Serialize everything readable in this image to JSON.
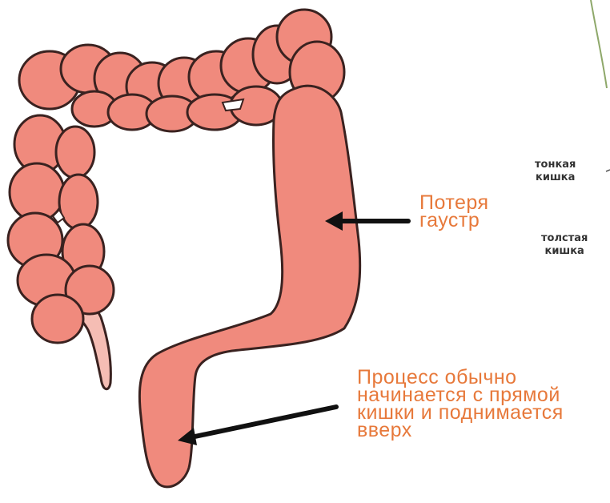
{
  "colors": {
    "colon_fill": "#f08a7d",
    "colon_outline": "#3a2220",
    "appendix_fill": "#f5bdb4",
    "arrow": "#111111",
    "label_orange": "#e7793b",
    "side_text": "#333333",
    "side_curve": "#8ea86a"
  },
  "labels": {
    "loss_of_haustra": [
      "Потеря",
      "гаустр"
    ],
    "process": [
      "Процесс обычно",
      "начинается с прямой",
      "кишки и поднимается",
      "вверх"
    ],
    "small_intestine": [
      "тонкая",
      "кишка"
    ],
    "large_intestine": [
      "толстая",
      "кишка"
    ]
  }
}
